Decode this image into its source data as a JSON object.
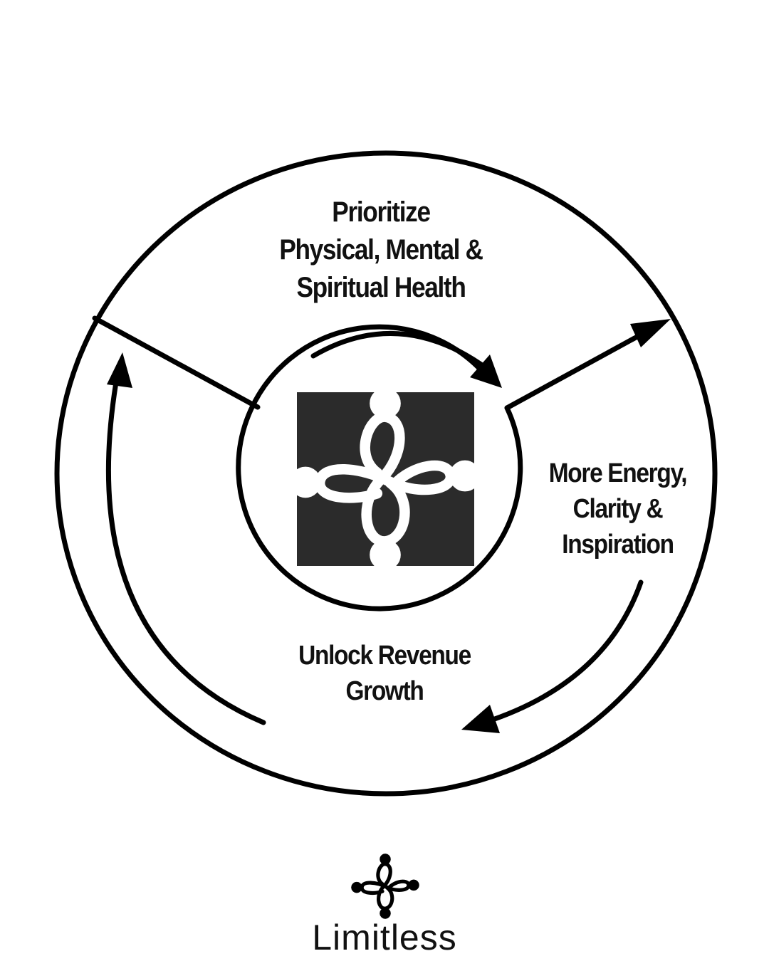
{
  "diagram": {
    "steps": [
      {
        "lines": [
          "Prioritize",
          "Physical, Mental &",
          "Spiritual Health"
        ]
      },
      {
        "lines": [
          "More Energy,",
          "Clarity &",
          "Inspiration"
        ]
      },
      {
        "lines": [
          "Unlock Revenue",
          "Growth"
        ]
      }
    ],
    "center_icon": "limitless-logo-icon"
  },
  "brand": {
    "name": "Limitless",
    "icon": "limitless-logo-icon"
  },
  "colors": {
    "stroke": "#000000",
    "logo_bg": "#2b2b2b",
    "background": "#ffffff"
  }
}
